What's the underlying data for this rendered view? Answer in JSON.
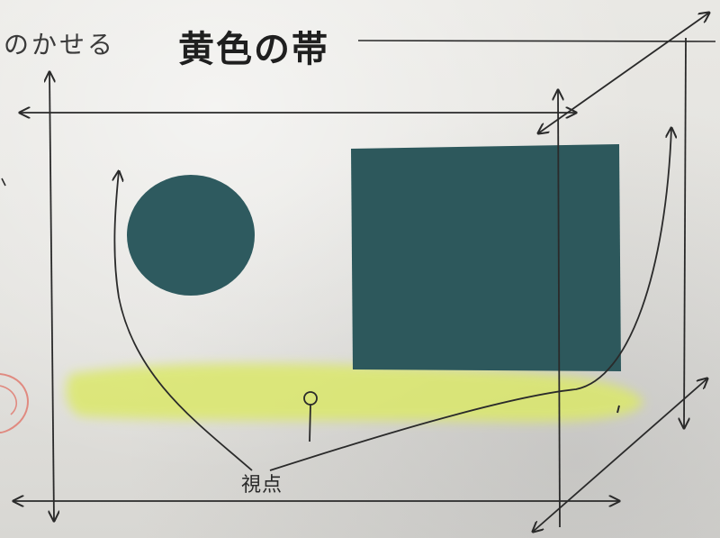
{
  "title": {
    "prefix": "のかせる",
    "main": "黄色の帯"
  },
  "labels": {
    "viewpoint": "視点"
  },
  "colors": {
    "paper": "#e6e5e1",
    "teal_shape": "#2e5a5f",
    "yellow_band": "#dbe86a",
    "ink": "#2a2a2a",
    "red_pencil": "#e08a80"
  }
}
